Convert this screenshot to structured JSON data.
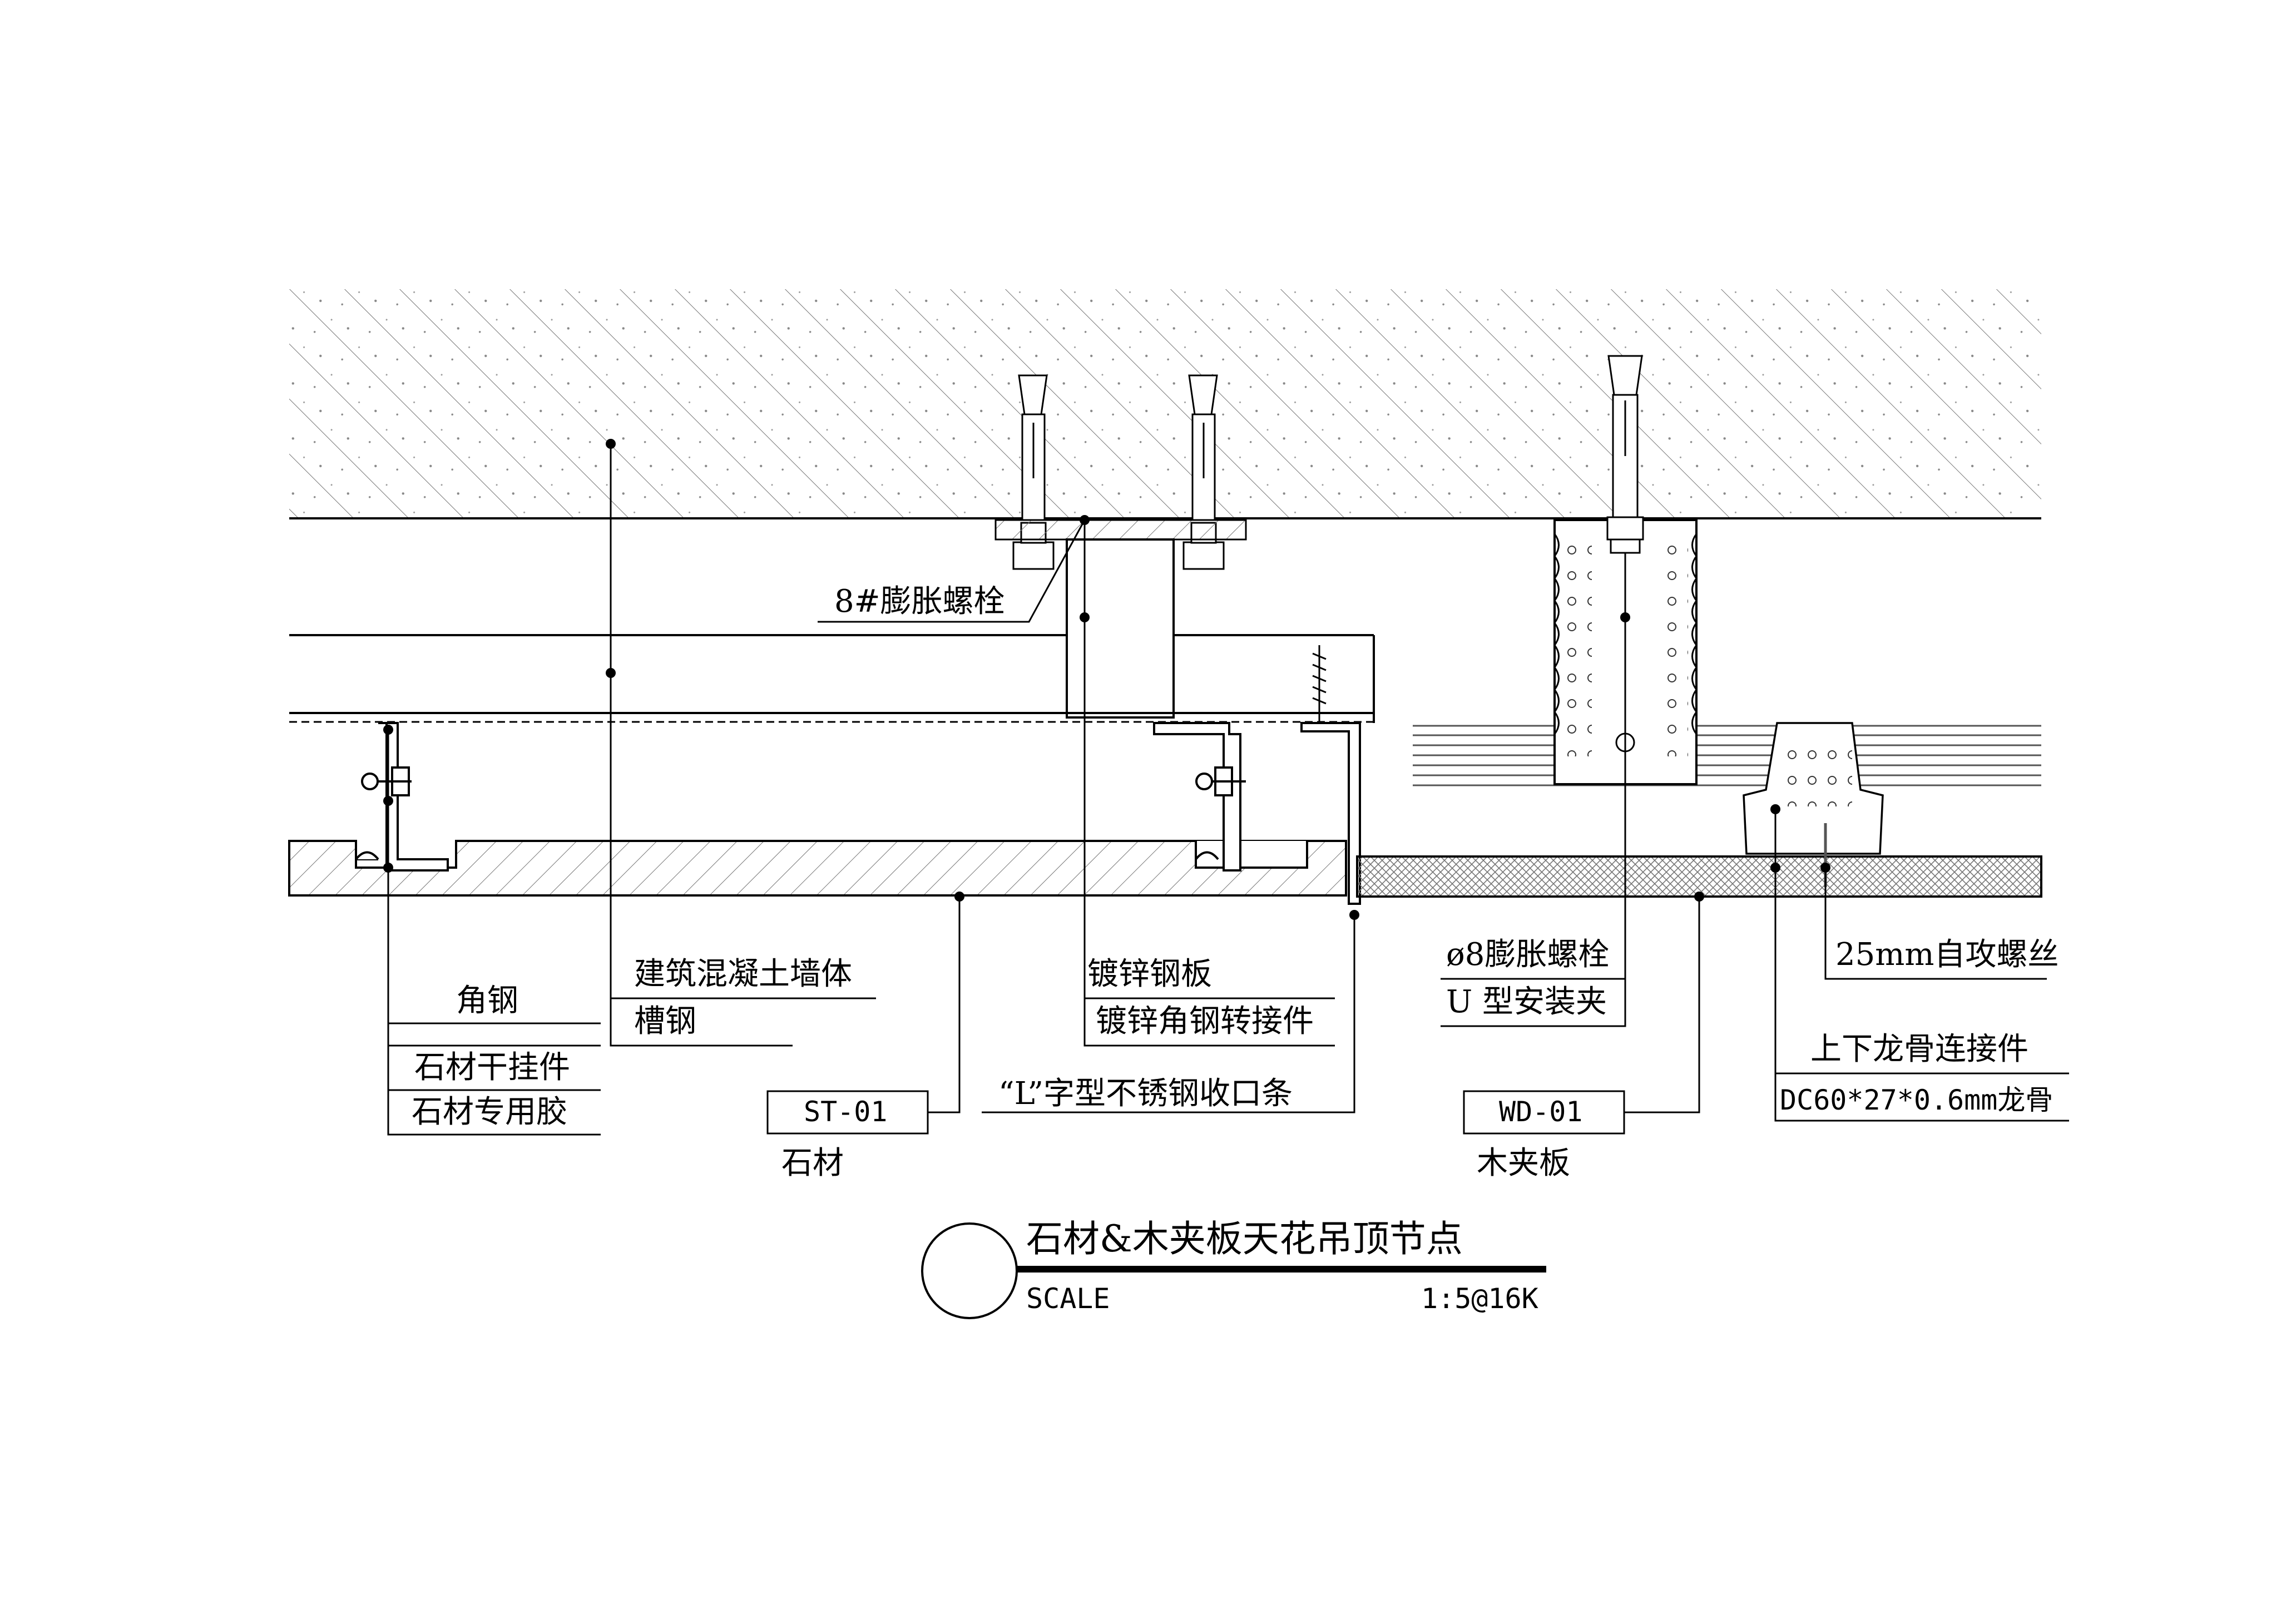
{
  "callouts": {
    "expansion_bolt_8": "8#膨胀螺栓",
    "concrete_wall": "建筑混凝土墙体",
    "channel_steel": "槽钢",
    "galv_plate": "镀锌钢板",
    "galv_angle_adapter": "镀锌角钢转接件",
    "bolt_phi8": "ø8膨胀螺栓",
    "u_clip": "U  型安装夹",
    "screw_25": "25mm自攻螺丝",
    "angle_steel": "角钢",
    "stone_hanger": "石材干挂件",
    "stone_glue": "石材专用胶",
    "l_trim": "“L”字型不锈钢收口条",
    "keel_connector": "上下龙骨连接件",
    "keel_dc60": "DC60*27*0.6mm龙骨"
  },
  "materials": [
    {
      "code": "ST-01",
      "name": "石材"
    },
    {
      "code": "WD-01",
      "name": "木夹板"
    }
  ],
  "title_block": {
    "title": "石材&木夹板天花吊顶节点",
    "scale_label": "SCALE",
    "scale_value": "1:5@16K"
  }
}
